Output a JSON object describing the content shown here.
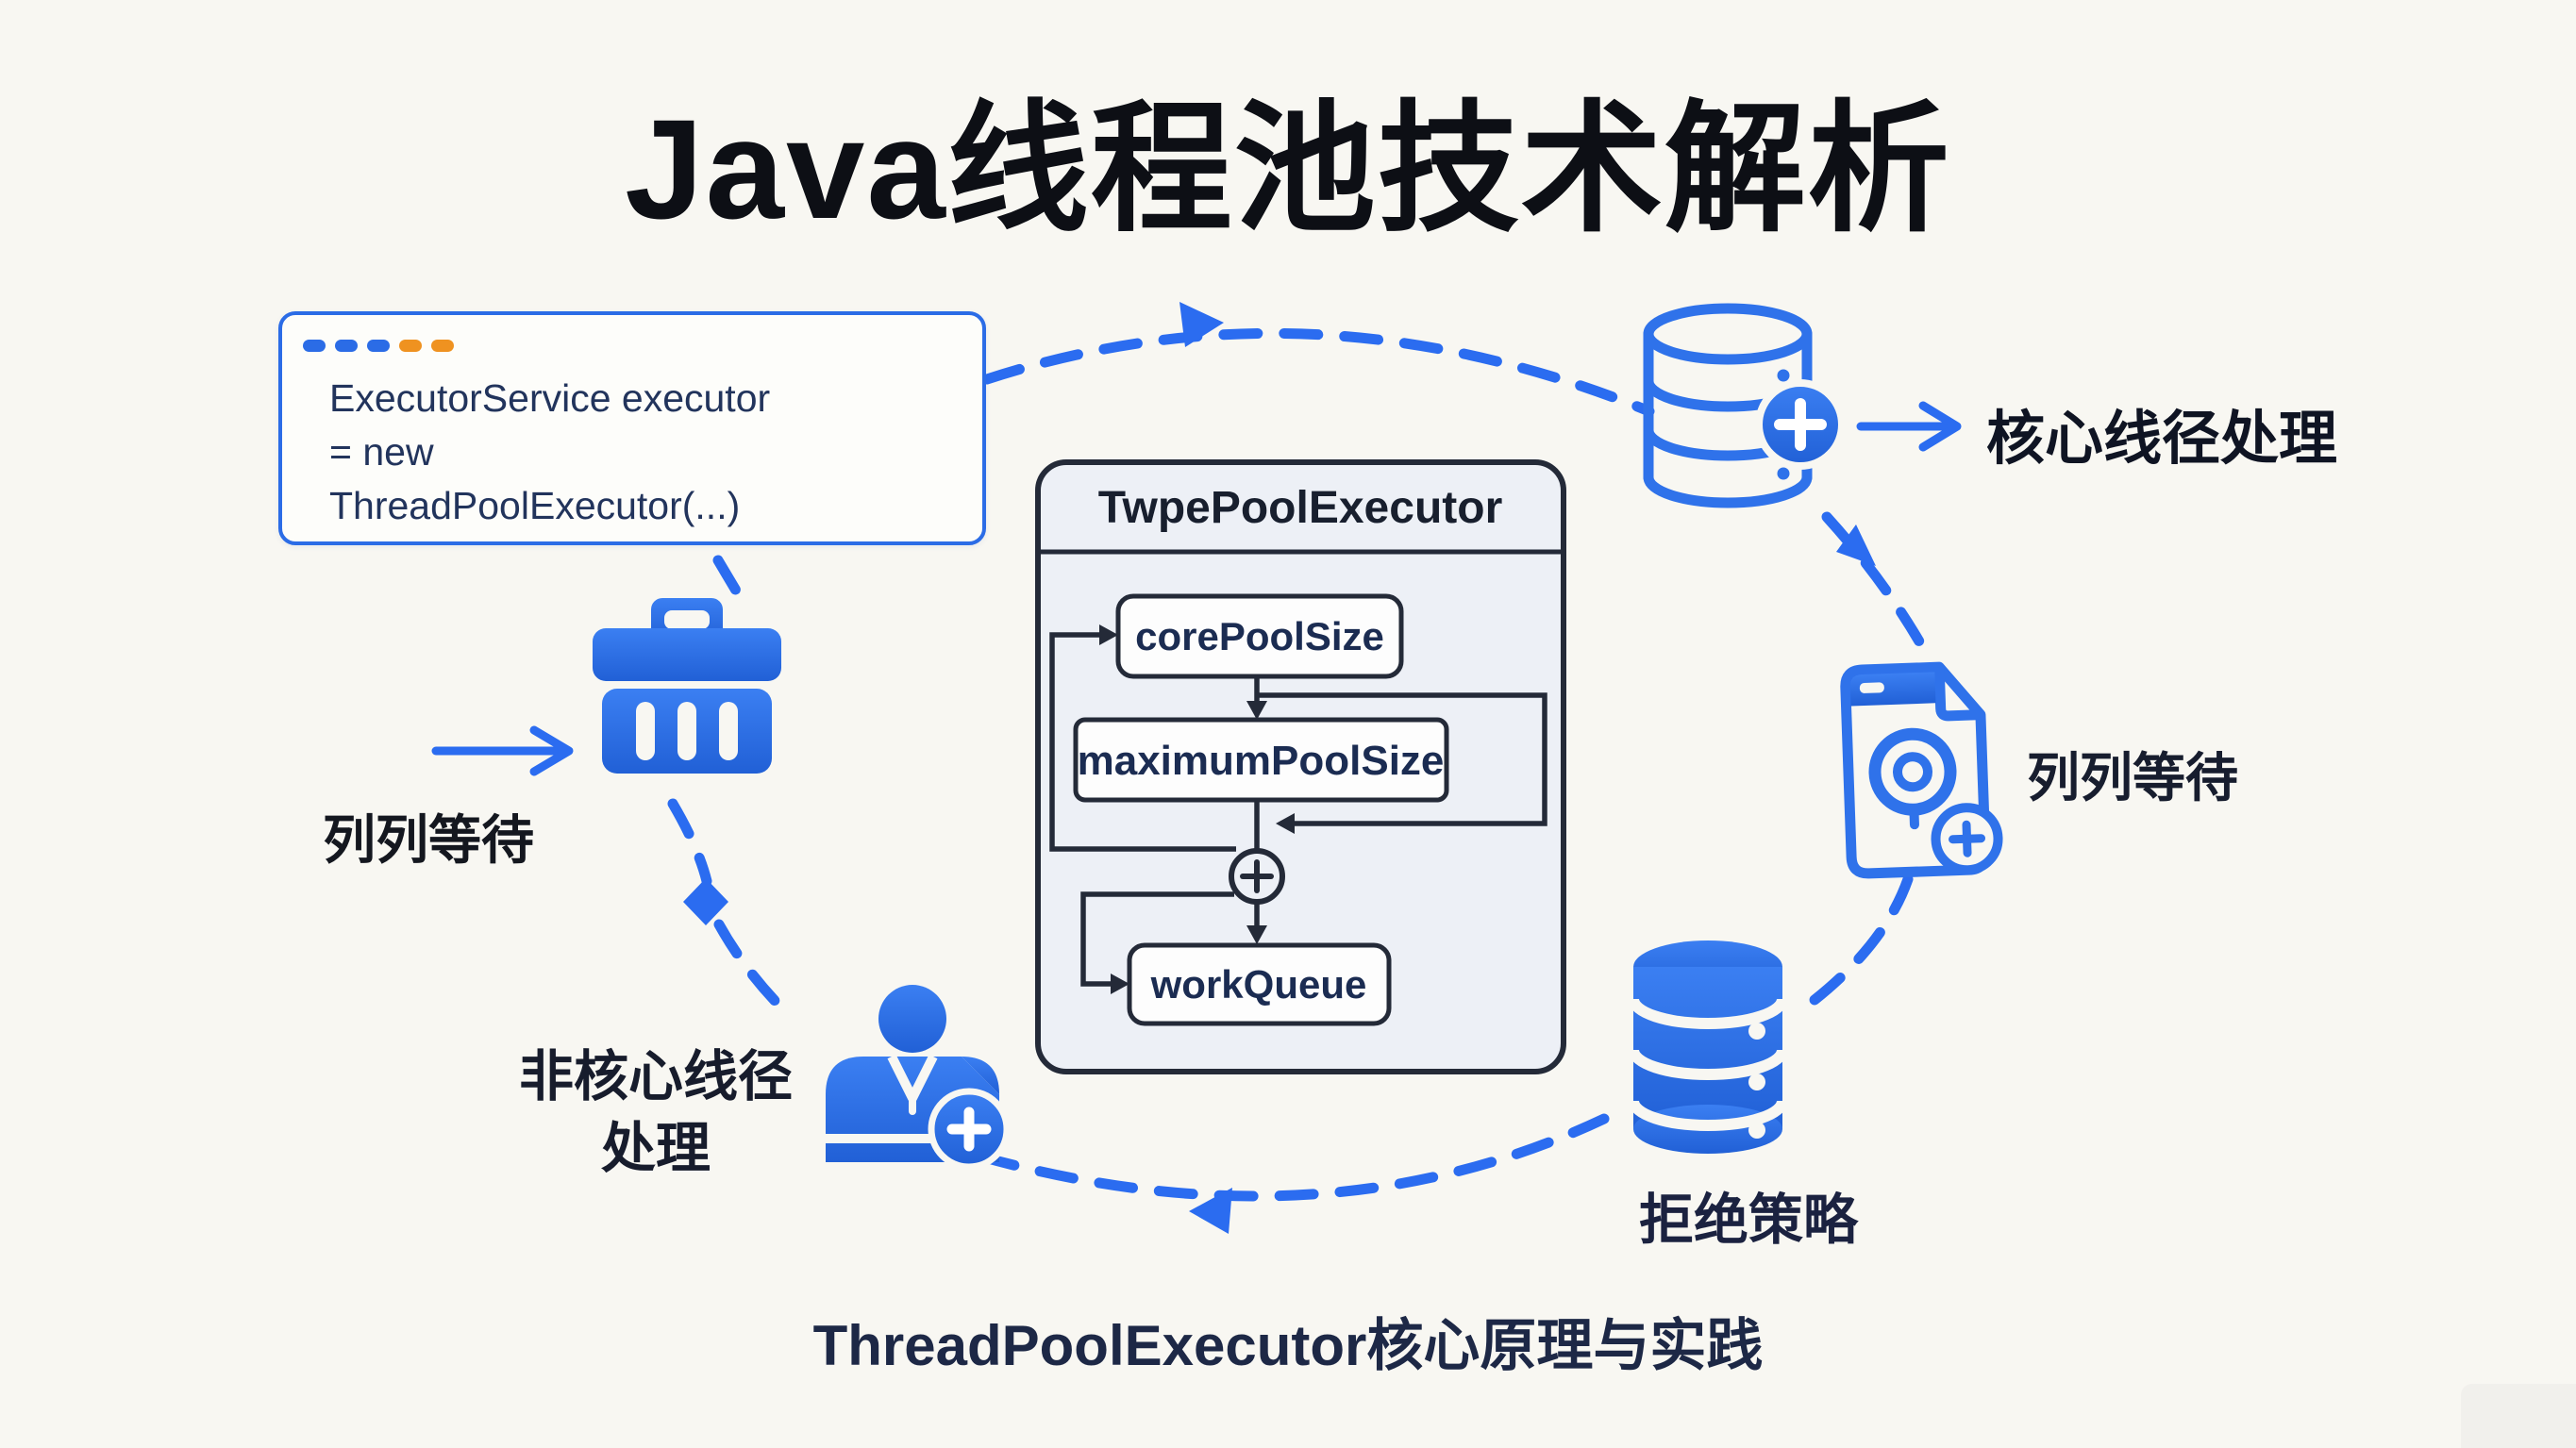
{
  "page_title": "Java线程池技术解析",
  "caption": "ThreadPoolExecutor核心原理与实践",
  "colors": {
    "background": "#f8f7f2",
    "accent_blue": "#2b6ce6",
    "dash_blue": "#2b6cf0",
    "dash_orange": "#ef9220",
    "diagram_line": "#242a38",
    "diagram_fill": "#edf0f6",
    "ink_black": "#0d0f15",
    "ink_navy": "#22345c"
  },
  "code_card": {
    "window_dashes": [
      "blue",
      "blue",
      "blue",
      "orange",
      "orange"
    ],
    "lines": [
      "ExecutorService executor",
      "= new",
      "ThreadPoolExecutor(...)"
    ]
  },
  "executor": {
    "title": "TwpePoolExecutor",
    "core": "corePoolSize",
    "max": "maximumPoolSize",
    "queue": "workQueue"
  },
  "labels": {
    "core_handling": "核心线径处理",
    "queue_wait_right": "列列等待",
    "reject_policy": "拒绝策略",
    "queue_wait_left": "列列等待",
    "non_core_line1": "非核心线径",
    "non_core_line2": "处理"
  },
  "icons": {
    "trash": "trash-icon",
    "worker": "worker-plus-icon",
    "database_outline": "database-add-icon",
    "document": "document-target-add-icon",
    "database_filled": "database-stack-icon"
  }
}
